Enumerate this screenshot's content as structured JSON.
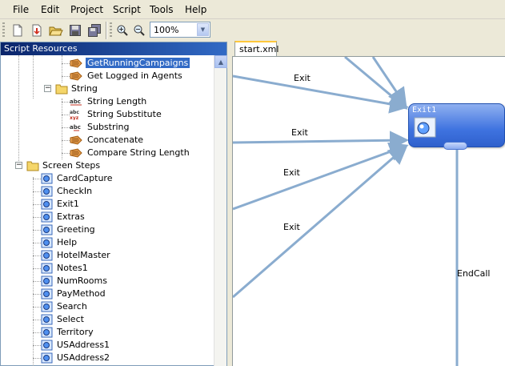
{
  "menu": [
    "File",
    "Edit",
    "Project",
    "Script",
    "Tools",
    "Help"
  ],
  "toolbar": {
    "zoom_value": "100%"
  },
  "left_panel": {
    "title": "Script Resources",
    "tree": [
      {
        "label": "GetRunningCampaigns",
        "icon": "campaign-icon",
        "selected": true
      },
      {
        "label": "Get Logged in Agents",
        "icon": "campaign-icon"
      },
      {
        "label": "String",
        "icon": "folder-icon",
        "expanded": true
      },
      {
        "label": "String Length",
        "icon": "abc-icon"
      },
      {
        "label": "String Substitute",
        "icon": "abc-substitute-icon"
      },
      {
        "label": "Substring",
        "icon": "abc-icon"
      },
      {
        "label": "Concatenate",
        "icon": "concatenate-icon"
      },
      {
        "label": "Compare String Length",
        "icon": "compare-icon"
      },
      {
        "label": "Screen Steps",
        "icon": "folder-icon",
        "expanded": true
      },
      {
        "label": "CardCapture",
        "icon": "screen-step-icon"
      },
      {
        "label": "CheckIn",
        "icon": "screen-step-icon"
      },
      {
        "label": "Exit1",
        "icon": "screen-step-icon"
      },
      {
        "label": "Extras",
        "icon": "screen-step-icon"
      },
      {
        "label": "Greeting",
        "icon": "screen-step-icon"
      },
      {
        "label": "Help",
        "icon": "screen-step-icon"
      },
      {
        "label": "HotelMaster",
        "icon": "screen-step-icon"
      },
      {
        "label": "Notes1",
        "icon": "screen-step-icon"
      },
      {
        "label": "NumRooms",
        "icon": "screen-step-icon"
      },
      {
        "label": "PayMethod",
        "icon": "screen-step-icon"
      },
      {
        "label": "Search",
        "icon": "screen-step-icon"
      },
      {
        "label": "Select",
        "icon": "screen-step-icon"
      },
      {
        "label": "Territory",
        "icon": "screen-step-icon"
      },
      {
        "label": "USAddress1",
        "icon": "screen-step-icon"
      },
      {
        "label": "USAddress2",
        "icon": "screen-step-icon"
      }
    ]
  },
  "document": {
    "tab_label": "start.xml",
    "node_title": "Exit1",
    "edge_labels": [
      "Exit",
      "Exit",
      "Exit",
      "Exit",
      "EndCall"
    ]
  },
  "colors": {
    "selection": "#316ac5",
    "header": "#0a246a",
    "connector": "#8aaccf",
    "node": "#3f73e0"
  }
}
